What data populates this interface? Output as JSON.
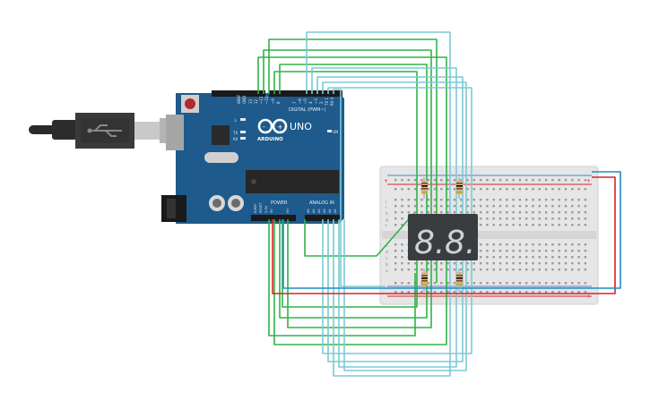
{
  "board": {
    "brand_label": "ARDUINO",
    "model_label": "UNO",
    "digital_label": "DIGITAL (PWM~)",
    "power_label": "POWER",
    "analog_label": "ANALOG IN",
    "on_label": "ON",
    "tx_label": "TX",
    "rx_label": "RX",
    "l_label": "L",
    "aref_label": "AREF",
    "gnd_label": "GND",
    "pin13_label": "13",
    "pin12_label": "12",
    "pin11_label": "~11",
    "pin10_label": "~10",
    "pin9_label": "~9",
    "pin8_label": "8",
    "pin7_label": "7",
    "pin6_label": "~6",
    "pin5_label": "~5",
    "pin4_label": "4",
    "pin3_label": "~3",
    "pin2_label": "2",
    "pin1_label": "TX 1",
    "pin0_label": "RX 0",
    "ioref_label": "IOREF",
    "reset_label": "RESET",
    "v33_label": "3.3V",
    "v5_label": "5V",
    "vin_label": "Vin",
    "a0_label": "A0",
    "a1_label": "A1",
    "a2_label": "A2",
    "a3_label": "A3",
    "a4_label": "A4",
    "a5_label": "A5"
  },
  "display": {
    "digit_left": "8.",
    "digit_right": "8."
  },
  "breadboard": {
    "plus_label": "+",
    "minus_label": "-",
    "row_letters_top": [
      "j",
      "i",
      "h",
      "g",
      "f"
    ],
    "row_letters_bottom": [
      "e",
      "d",
      "c",
      "b",
      "a"
    ]
  },
  "colors": {
    "arduino_blue": "#1e5a8c",
    "wire_green": "#2fb34a",
    "wire_cyan": "#7ccad6",
    "wire_red": "#d9222a",
    "wire_blue": "#1d8bc9",
    "display_body": "#3a3d40",
    "segment": "#cfd3d6"
  }
}
